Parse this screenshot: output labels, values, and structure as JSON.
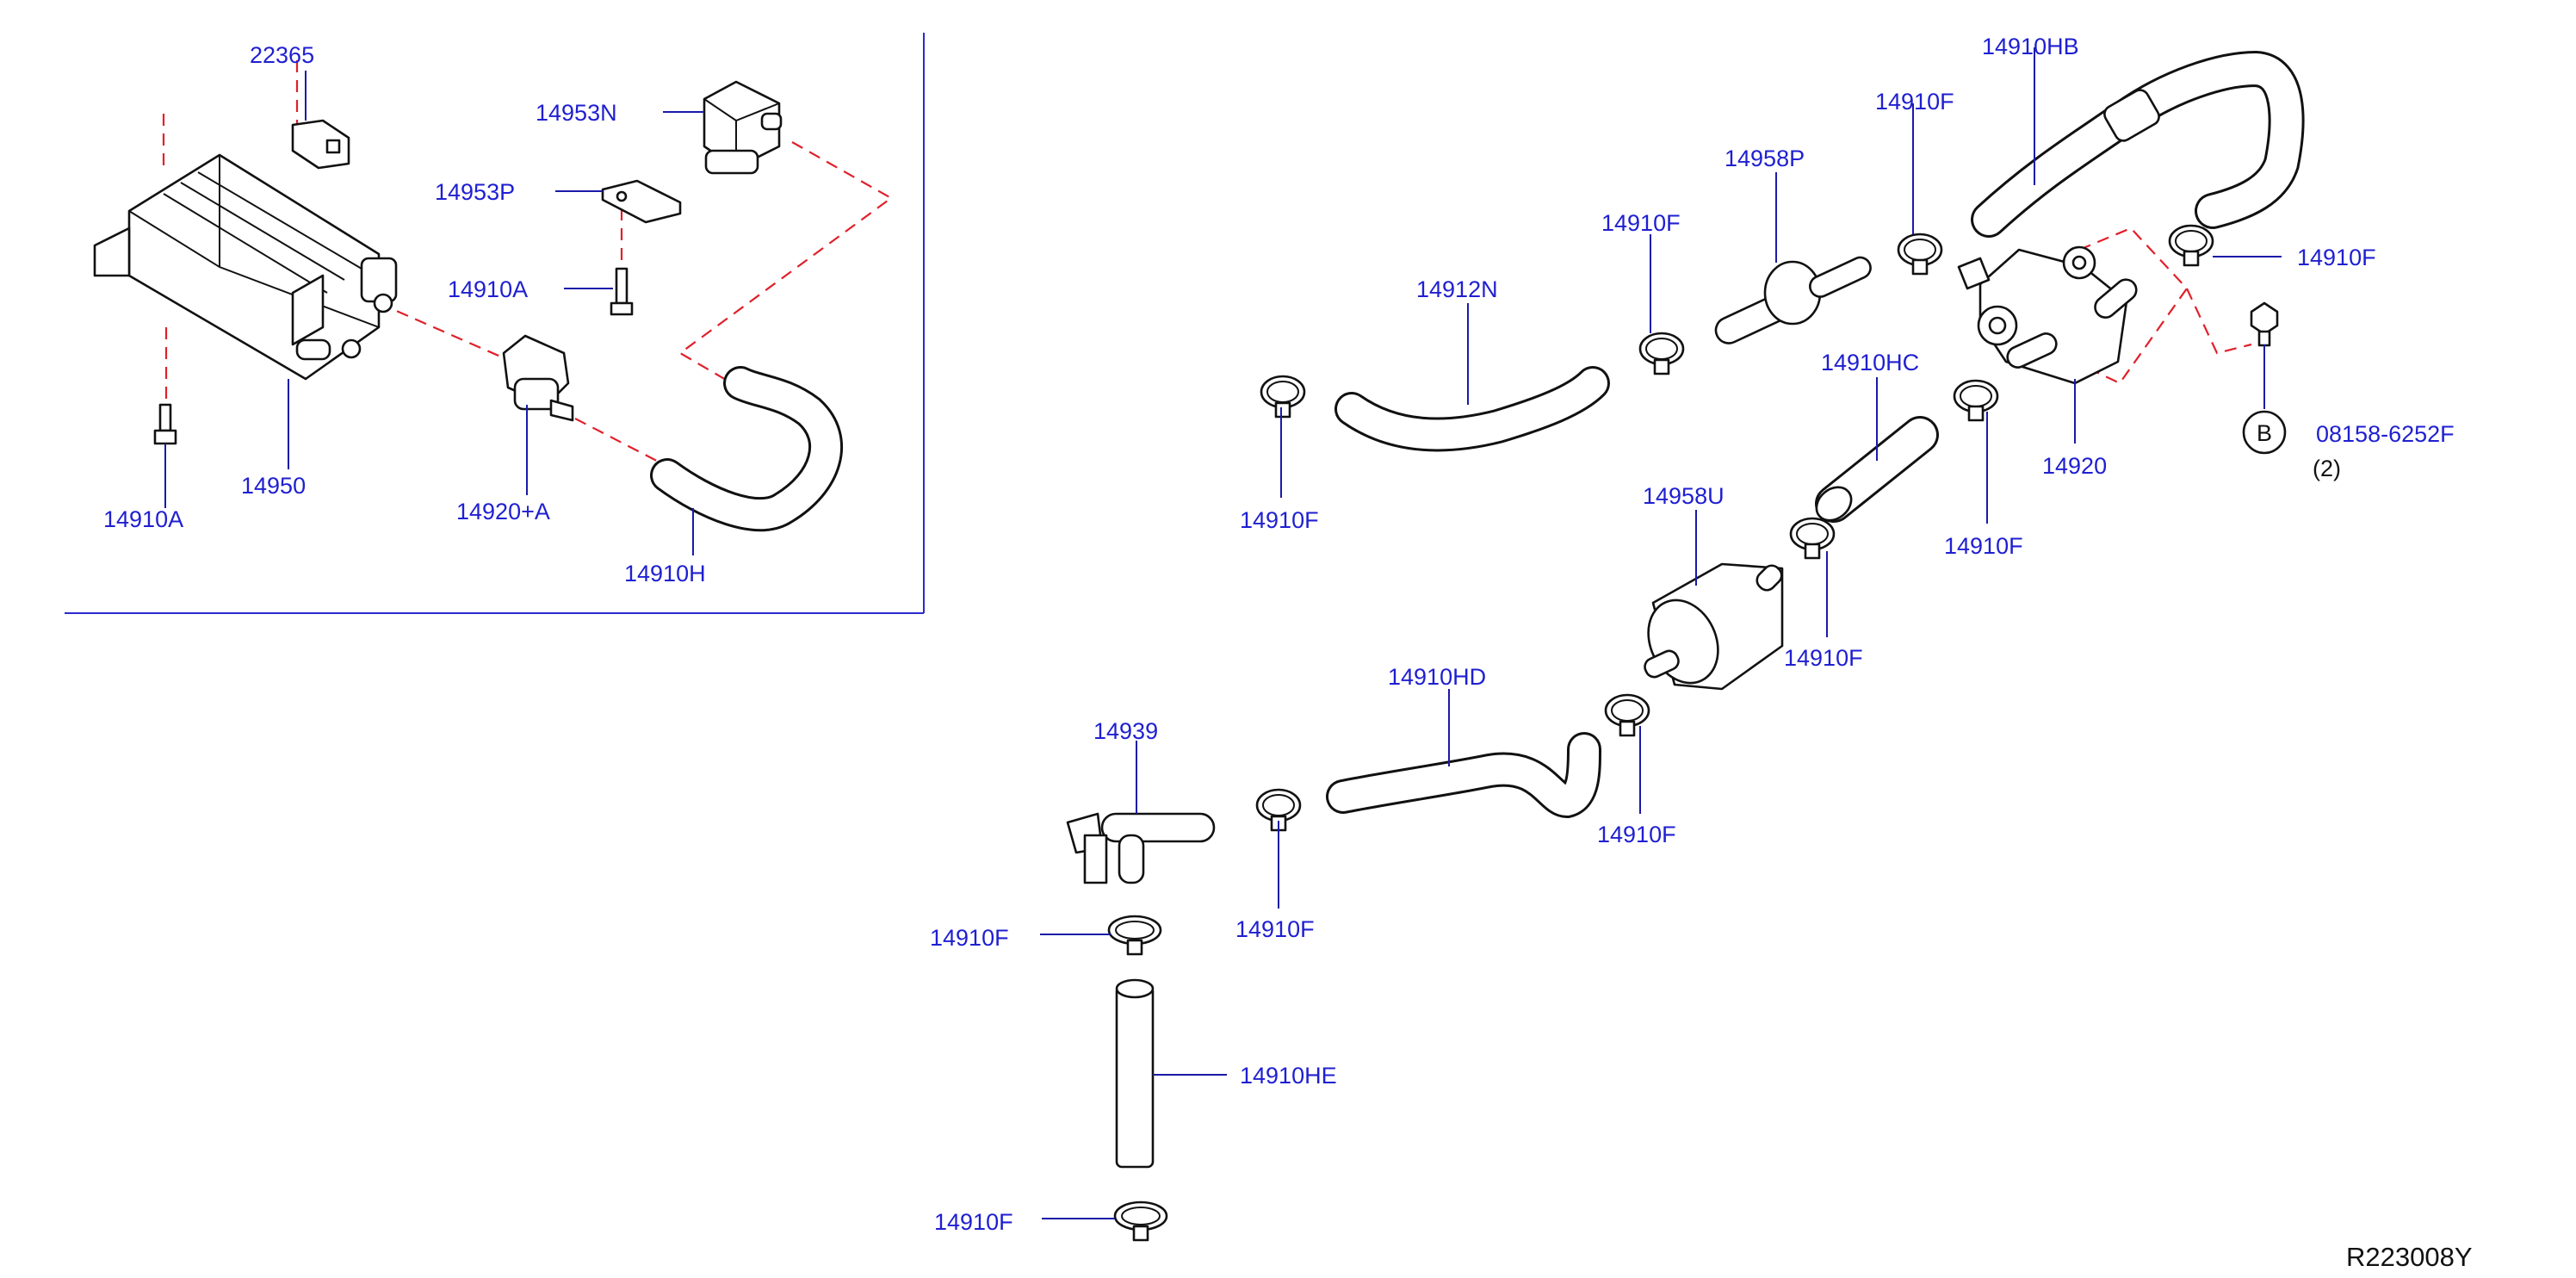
{
  "diagram": {
    "reference_code": "R223008Y",
    "callout_symbol": "B",
    "labels": {
      "p22365": "22365",
      "p14953N": "14953N",
      "p14953P": "14953P",
      "p14910A_top": "14910A",
      "p14910A_bottom": "14910A",
      "p14950": "14950",
      "p14920A": "14920+A",
      "p14910H": "14910H",
      "p14910HB": "14910HB",
      "p14910F_hb": "14910F",
      "p14958P": "14958P",
      "p14910F_p": "14910F",
      "p14912N": "14912N",
      "p14910F_right": "14910F",
      "p08158": "08158-6252F",
      "p08158_qty": "(2)",
      "p14910F_n": "14910F",
      "p14910HC": "14910HC",
      "p14920": "14920",
      "p14958U": "14958U",
      "p14910F_hc": "14910F",
      "p14910F_valve": "14910F",
      "p14910HD": "14910HD",
      "p14910F_u": "14910F",
      "p14939": "14939",
      "p14910F_hd": "14910F",
      "p14910F_939": "14910F",
      "p14910HE": "14910HE",
      "p14910F_bottom": "14910F"
    }
  }
}
